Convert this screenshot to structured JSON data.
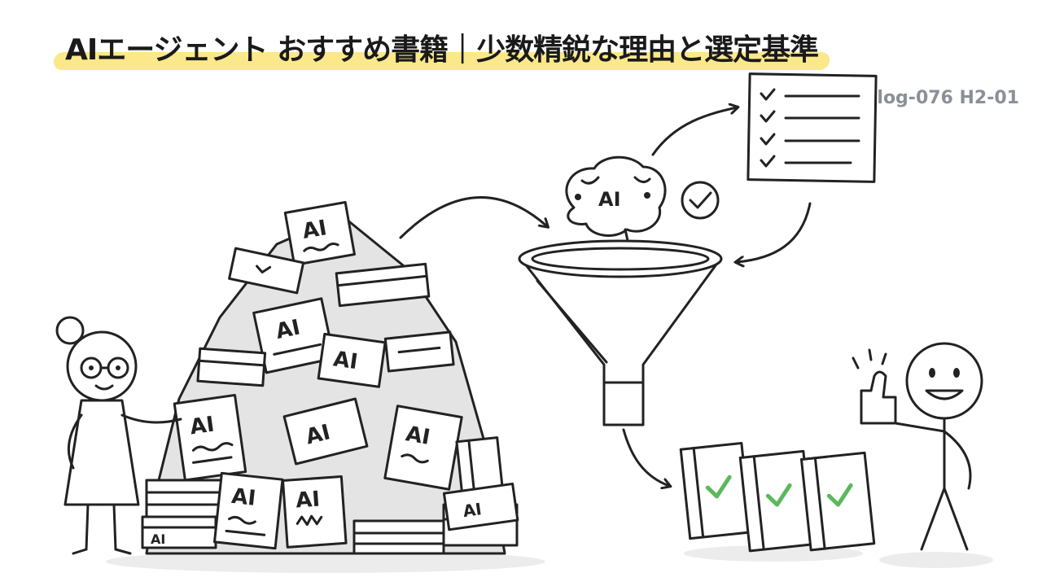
{
  "header": {
    "title": "AIエージェント おすすめ書籍｜少数精鋭な理由と選定基準",
    "tag": "blog-076  H2-01",
    "highlight_color": "#fbe88a"
  },
  "illustration": {
    "book_label": "AI",
    "brain_label": "AI",
    "check_color": "#5cb85c",
    "icons": [
      "book-pile-icon",
      "woman-icon",
      "brain-icon",
      "funnel-icon",
      "checklist-icon",
      "check-circle-icon",
      "selected-books-icon",
      "thumbs-up-man-icon"
    ]
  }
}
